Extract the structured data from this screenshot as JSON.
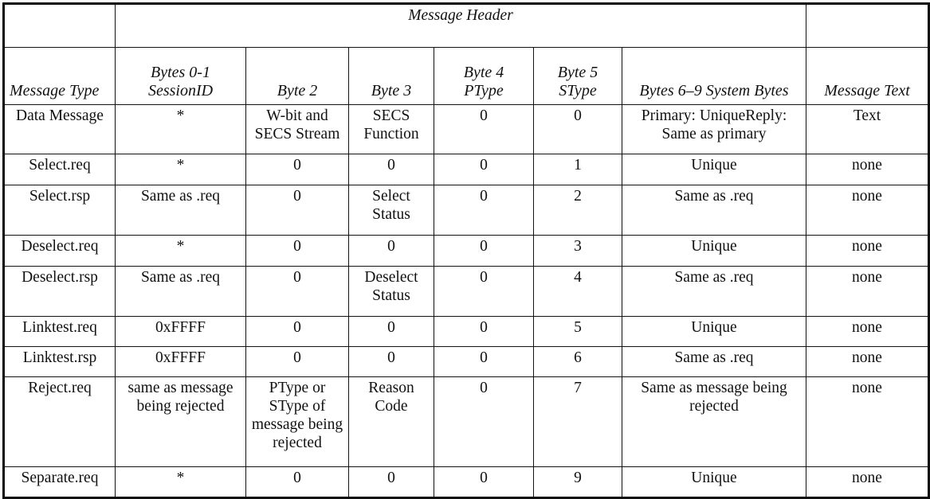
{
  "table": {
    "title": "Message Header",
    "columns": [
      {
        "id": "message_type",
        "label": "Message Type",
        "align": "left"
      },
      {
        "id": "bytes01",
        "label": "Bytes 0-1\nSessionID",
        "align": "center"
      },
      {
        "id": "byte2",
        "label": "Byte 2",
        "align": "center"
      },
      {
        "id": "byte3",
        "label": "Byte 3",
        "align": "center"
      },
      {
        "id": "byte4",
        "label": "Byte 4\nPType",
        "align": "center"
      },
      {
        "id": "byte5",
        "label": "Byte 5\nSType",
        "align": "center"
      },
      {
        "id": "bytes69",
        "label": "Bytes 6–9 System Bytes",
        "align": "left"
      },
      {
        "id": "message_text",
        "label": "Message Text",
        "align": "center"
      }
    ],
    "column_headers": {
      "message_type": "Message Type",
      "bytes01_line1": "Bytes 0-1",
      "bytes01_line2": "SessionID",
      "byte2": "Byte 2",
      "byte3": "Byte 3",
      "byte4_line1": "Byte 4",
      "byte4_line2": "PType",
      "byte5_line1": "Byte 5",
      "byte5_line2": "SType",
      "bytes69": "Bytes 6–9 System Bytes",
      "message_text": "Message Text"
    },
    "rows": [
      {
        "message_type": "Data Message",
        "bytes01": "*",
        "byte2": "W-bit and SECS Stream",
        "byte3": "SECS Function",
        "byte4": "0",
        "byte5": "0",
        "bytes69": "Primary: UniqueReply: Same as primary",
        "message_text": "Text"
      },
      {
        "message_type": "Select.req",
        "bytes01": "*",
        "byte2": "0",
        "byte3": "0",
        "byte4": "0",
        "byte5": "1",
        "bytes69": "Unique",
        "message_text": "none"
      },
      {
        "message_type": "Select.rsp",
        "bytes01": "Same as .req",
        "byte2": "0",
        "byte3": "Select Status",
        "byte4": "0",
        "byte5": "2",
        "bytes69": "Same as .req",
        "message_text": "none"
      },
      {
        "message_type": "Deselect.req",
        "bytes01": "*",
        "byte2": "0",
        "byte3": "0",
        "byte4": "0",
        "byte5": "3",
        "bytes69": "Unique",
        "message_text": "none"
      },
      {
        "message_type": "Deselect.rsp",
        "bytes01": "Same as .req",
        "byte2": "0",
        "byte3": "Deselect Status",
        "byte4": "0",
        "byte5": "4",
        "bytes69": "Same as .req",
        "message_text": "none"
      },
      {
        "message_type": "Linktest.req",
        "bytes01": "0xFFFF",
        "byte2": "0",
        "byte3": "0",
        "byte4": "0",
        "byte5": "5",
        "bytes69": "Unique",
        "message_text": "none"
      },
      {
        "message_type": "Linktest.rsp",
        "bytes01": "0xFFFF",
        "byte2": "0",
        "byte3": "0",
        "byte4": "0",
        "byte5": "6",
        "bytes69": "Same as .req",
        "message_text": "none"
      },
      {
        "message_type": "Reject.req",
        "bytes01": "same as message being rejected",
        "byte2": "PType or SType of message being rejected",
        "byte3": "Reason Code",
        "byte4": "0",
        "byte5": "7",
        "bytes69": "Same as message being rejected",
        "message_text": "none"
      },
      {
        "message_type": "Separate.req",
        "bytes01": "*",
        "byte2": "0",
        "byte3": "0",
        "byte4": "0",
        "byte5": "9",
        "bytes69": "Unique",
        "message_text": "none"
      }
    ]
  },
  "colors": {
    "page_background": "#ffffff",
    "text": "#111111",
    "border_outer": "#0d0d0d",
    "border_inner": "#111111"
  }
}
